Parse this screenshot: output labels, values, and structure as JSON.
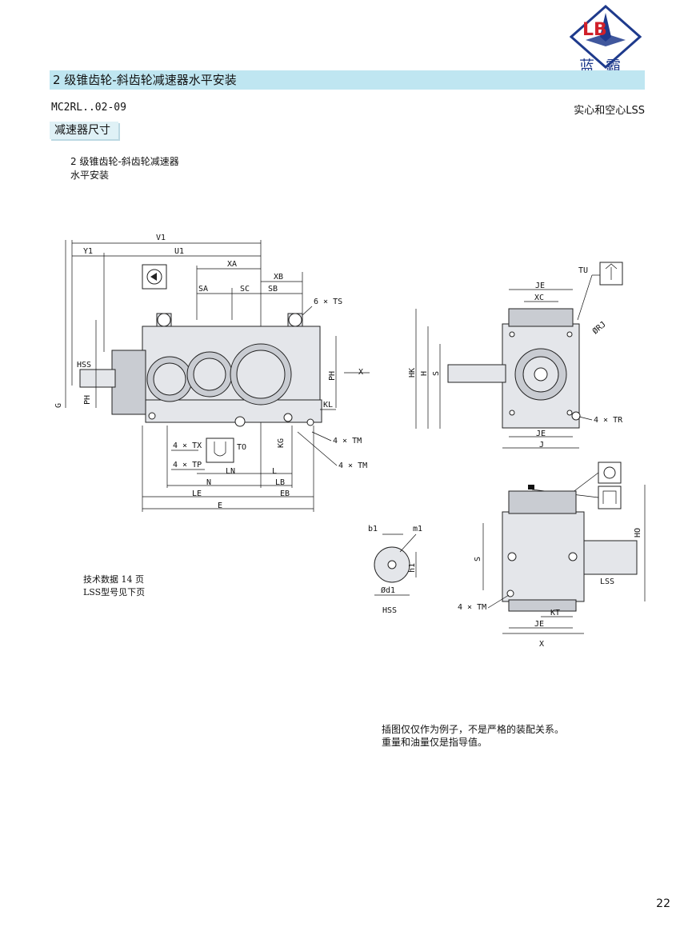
{
  "header": {
    "logo_letters": "LB",
    "logo_text": "蓝霸",
    "title": "2 级锥齿轮-斜齿轮减速器水平安装",
    "model": "MC2RL..02-09",
    "shaft_type": "实心和空心LSS",
    "section": "减速器尺寸"
  },
  "subtitle": {
    "line1": "2 级锥齿轮-斜齿轮减速器",
    "line2": "水平安装"
  },
  "front_view": {
    "V1": "V1",
    "Y1": "Y1",
    "U1": "U1",
    "XA": "XA",
    "XB": "XB",
    "SA": "SA",
    "SC": "SC",
    "SB": "SB",
    "TS": "6 × TS",
    "HSS": "HSS",
    "PH": "PH",
    "G": "G",
    "X": "X",
    "KL": "KL",
    "KG": "KG",
    "TM": "4 × TM",
    "TX": "4 × TX",
    "TP": "4 × TP",
    "TO": "TO",
    "LN": "LN",
    "L": "L",
    "N": "N",
    "LB": "LB",
    "LE": "LE",
    "EB": "EB",
    "E": "E"
  },
  "side_view": {
    "TU": "TU",
    "JE": "JE",
    "XC": "XC",
    "RJ": "ØRJ",
    "HK": "HK",
    "H": "H",
    "S": "S",
    "TR": "4 × TR",
    "J": "J"
  },
  "hss_detail": {
    "b1": "b1",
    "m1": "m1",
    "h1": "h1",
    "d1": "Ød1",
    "label": "HSS"
  },
  "top_view": {
    "HO": "HO",
    "S": "S",
    "LSS": "LSS",
    "TM": "4 × TM",
    "KT": "KT",
    "JE": "JE",
    "X": "X"
  },
  "notes": {
    "tech_data": "技术数据 14 页",
    "lss_type": "LSS型号见下页",
    "disclaimer1": "插图仅仅作为例子，不是严格的装配关系。",
    "disclaimer2": "重量和油量仅是指导值。"
  },
  "page_number": "22",
  "colors": {
    "title_bar": "#bfe6f1",
    "logo_blue": "#1e3a8c",
    "logo_red": "#d0202a"
  }
}
